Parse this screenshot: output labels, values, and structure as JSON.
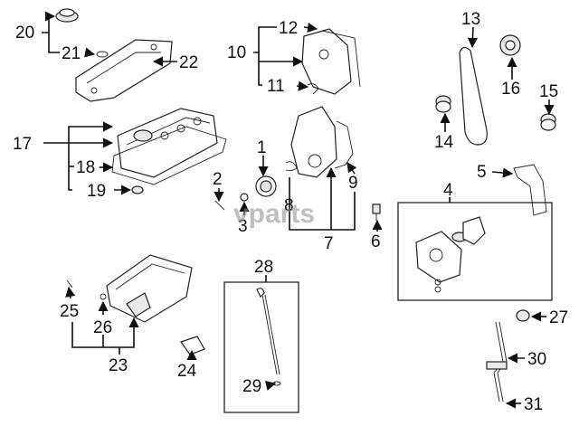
{
  "watermark": "vparts",
  "callouts": {
    "c1": "1",
    "c2": "2",
    "c3": "3",
    "c4": "4",
    "c5": "5",
    "c6": "6",
    "c7": "7",
    "c8": "8",
    "c9": "9",
    "c10": "10",
    "c11": "11",
    "c12": "12",
    "c13": "13",
    "c14": "14",
    "c15": "15",
    "c16": "16",
    "c17": "17",
    "c18": "18",
    "c19": "19",
    "c20": "20",
    "c21": "21",
    "c22": "22",
    "c23": "23",
    "c24": "24",
    "c25": "25",
    "c26": "26",
    "c27": "27",
    "c28": "28",
    "c29": "29",
    "c30": "30",
    "c31": "31"
  }
}
